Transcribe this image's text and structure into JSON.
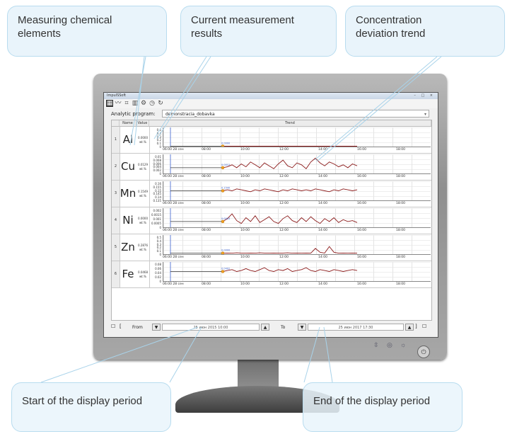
{
  "callouts": {
    "elements": "Measuring chemical elements",
    "results": "Current measurement results",
    "trend": "Concentration deviation trend",
    "start": "Start of the display period",
    "end": "End of the display period"
  },
  "app": {
    "window_title": "ImpulSSoft",
    "program_label": "Analytic program:",
    "program_value": "demonstracia_dobavka",
    "columns": {
      "name": "Name",
      "value": "Value",
      "trend": "Trend"
    },
    "unit": "wt.%",
    "x_ticks": [
      "06:00 28 сен",
      "08:00",
      "10:00",
      "12:00",
      "14:00",
      "16:00",
      "18:00"
    ],
    "rows": [
      {
        "num": "1",
        "element": "Al",
        "value": "0.0000",
        "yticks": [
          "0.6",
          "0.4",
          "0.3",
          "0.2",
          "0.1",
          "0"
        ],
        "marker": "0.0000"
      },
      {
        "num": "2",
        "element": "Cu",
        "value": "0.0129",
        "yticks": [
          "0.01",
          "0.008",
          "0.006",
          "0.004",
          "0.002",
          "0"
        ],
        "marker": "0.0012"
      },
      {
        "num": "3",
        "element": "Mn",
        "value": "0.1549",
        "yticks": [
          "0.16",
          "0.155",
          "0.15",
          "0.145",
          "0.14",
          "0.135"
        ],
        "marker": "0.1540"
      },
      {
        "num": "4",
        "element": "Ni",
        "value": "0.0000",
        "yticks": [
          "0.002",
          "0.0015",
          "0.001",
          "0.0005",
          "0"
        ],
        "marker": "0.0003"
      },
      {
        "num": "5",
        "element": "Zn",
        "value": "0.2876",
        "yticks": [
          "0.5",
          "0.4",
          "0.3",
          "0.2",
          "0.1",
          "0"
        ],
        "marker": "0.0000"
      },
      {
        "num": "6",
        "element": "Fe",
        "value": "0.0468",
        "yticks": [
          "0.08",
          "0.06",
          "0.04",
          "0.02",
          "0"
        ],
        "marker": "0.0402"
      }
    ],
    "bottom": {
      "from_label": "From",
      "from_value": "25 июн 2015 10:00",
      "to_label": "To",
      "to_value": "25 июн 2017 17:30"
    }
  },
  "colors": {
    "trend_line": "#8b1a1a",
    "marker": "#f0a020",
    "accent": "#3a5fcd"
  }
}
